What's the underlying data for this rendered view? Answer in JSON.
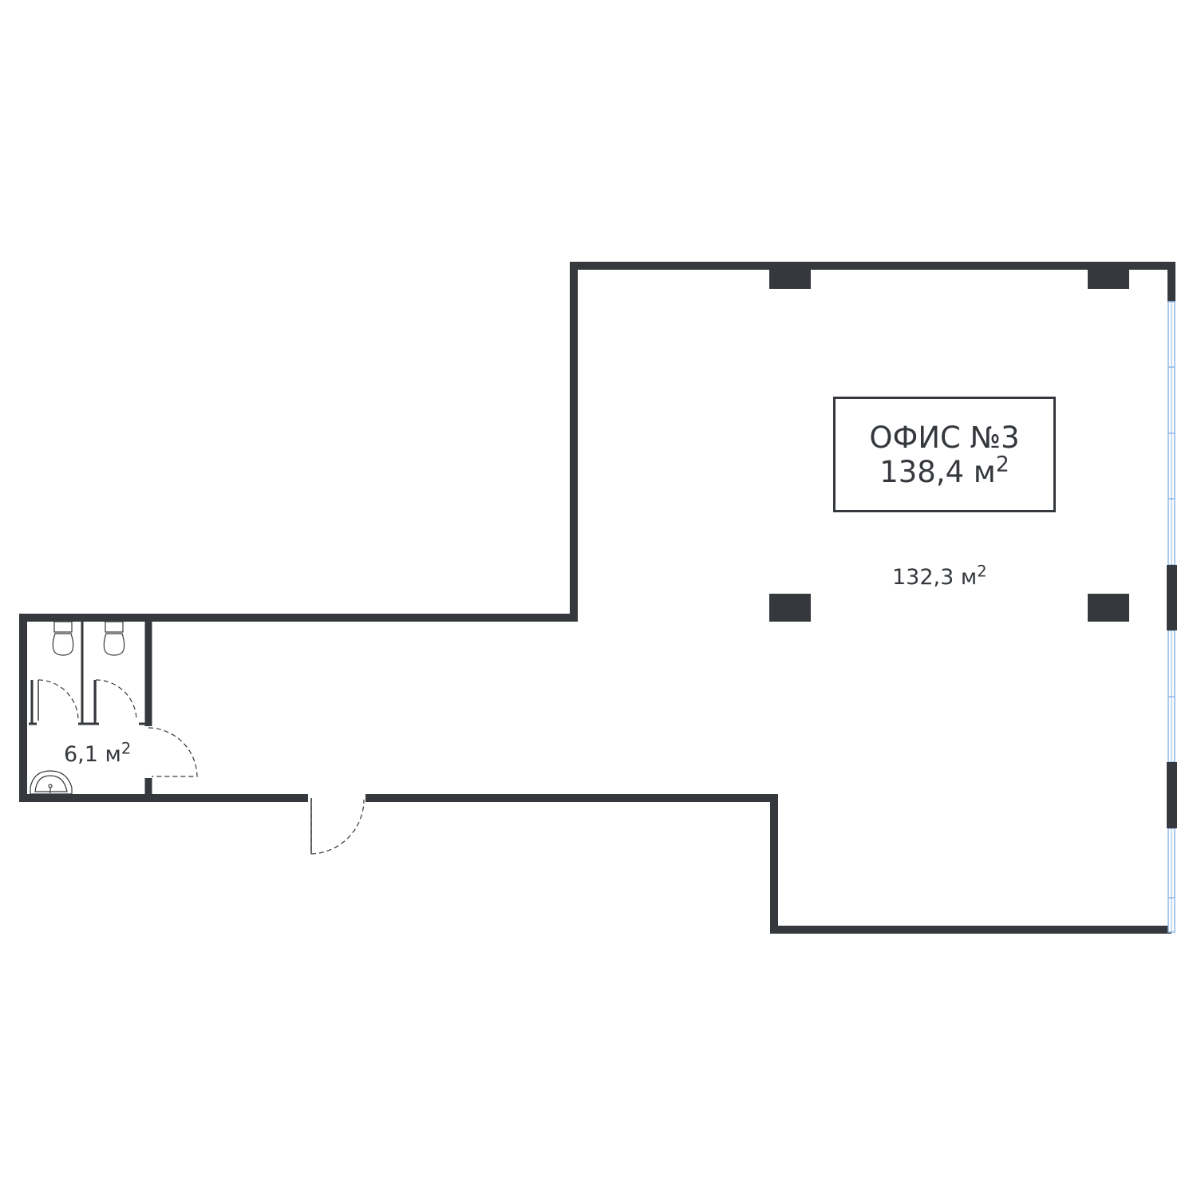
{
  "office": {
    "name": "ОФИС №3",
    "total_area": "138,4 м",
    "total_area_sup": "2"
  },
  "rooms": {
    "main_area": "132,3 м",
    "main_area_sup": "2",
    "wc_area": "6,1 м",
    "wc_area_sup": "2"
  },
  "colors": {
    "wall": "#35383c",
    "window": "#8fb7e6",
    "door_line": "#35383c"
  }
}
